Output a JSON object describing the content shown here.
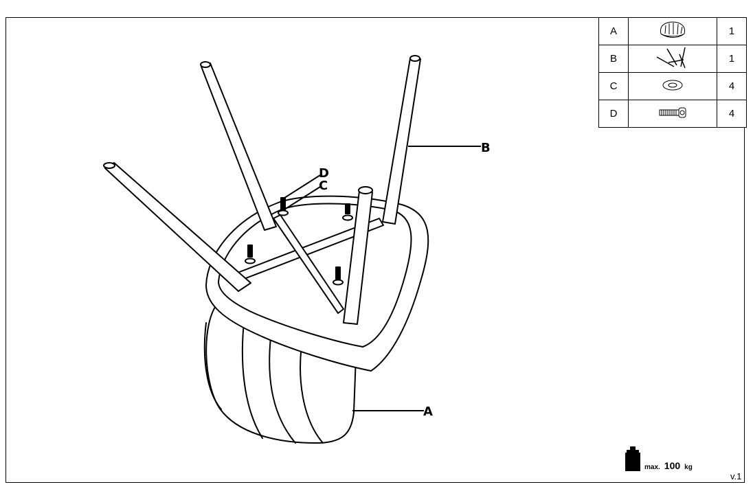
{
  "parts": [
    {
      "letter": "A",
      "qty": "1",
      "icon": "chair-shell-icon"
    },
    {
      "letter": "B",
      "qty": "1",
      "icon": "leg-frame-icon"
    },
    {
      "letter": "C",
      "qty": "4",
      "icon": "washer-icon"
    },
    {
      "letter": "D",
      "qty": "4",
      "icon": "bolt-icon"
    }
  ],
  "callouts": {
    "a": "A",
    "b": "B",
    "c": "C",
    "d": "D"
  },
  "capacity": {
    "prefix": "max.",
    "value": "100",
    "unit": "kg"
  },
  "version": "v.1"
}
